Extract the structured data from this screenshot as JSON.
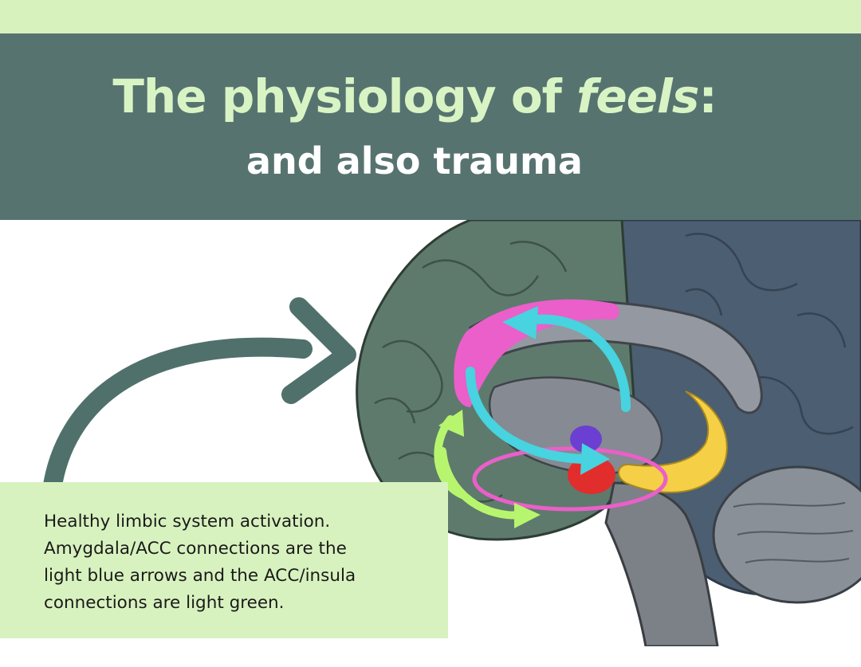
{
  "header": {
    "title_prefix": "The physiology of ",
    "title_emphasis": "feels",
    "title_suffix": ":",
    "subtitle": "and also trauma"
  },
  "caption": {
    "lines": [
      "Healthy limbic system activation.",
      "Amygdala/ACC connections are the",
      "light blue arrows and the ACC/insula",
      "connections are light green."
    ]
  },
  "colors": {
    "top_stripe": "#d7f2bd",
    "header_bg": "#577370",
    "title_text": "#d9f4c4",
    "subtitle_text": "#ffffff",
    "caption_bg": "#d8f2bf",
    "pointer_arrow": "#4f706b",
    "acc_highlight": "#ea5fc9",
    "amygdala_acc_arrows": "#47d3df",
    "acc_insula_arrows": "#b8f56e",
    "ring": "#ea5fc9",
    "yellow_structure": "#f5cf45",
    "red_structure": "#e22d2d",
    "purple_structure": "#6b3fd1"
  },
  "icons": {
    "pointer": "curved-arrow-icon",
    "illustration": "brain-sagittal-illustration"
  }
}
